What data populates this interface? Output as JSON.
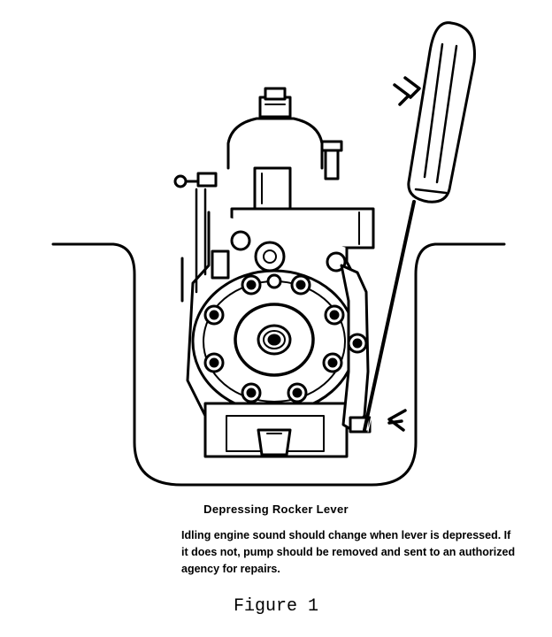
{
  "diagram": {
    "caption_title": "Depressing Rocker Lever",
    "caption_lines": [
      "Idling engine sound should change when lever is depressed. If",
      "it does not, pump should be removed and sent to an authorized",
      "agency for repairs."
    ],
    "figure_label": "Figure 1"
  },
  "icons": {
    "pump": "fuel-injection-pump-illustration",
    "tool": "screwdriver-illustration",
    "arrows": "direction-arrow-icon"
  }
}
